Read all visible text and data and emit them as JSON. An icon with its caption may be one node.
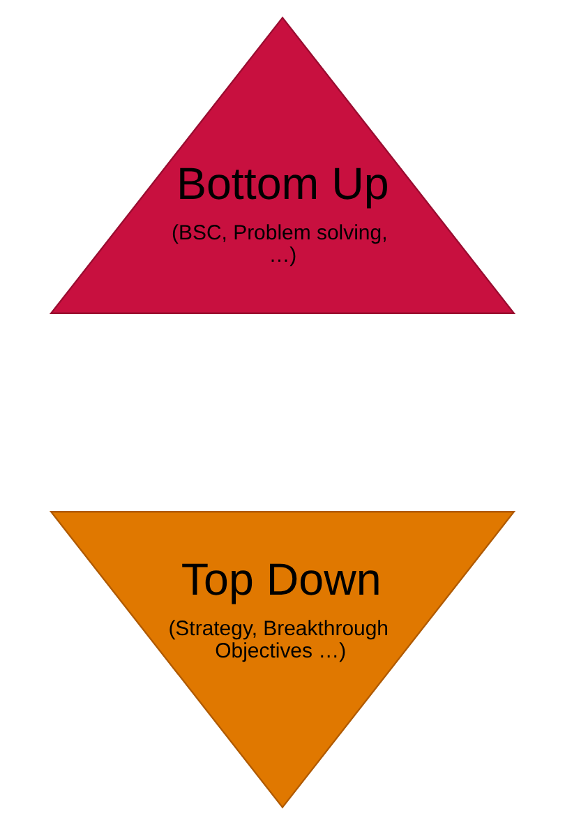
{
  "diagram": {
    "nodes": [
      {
        "text": [
          "Top Down",
          "(Strategy, Breakthrough Objectives …)"
        ]
      },
      {
        "text": [
          "Bottom Up",
          "(BSC, Problem solving, …)"
        ]
      }
    ]
  }
}
